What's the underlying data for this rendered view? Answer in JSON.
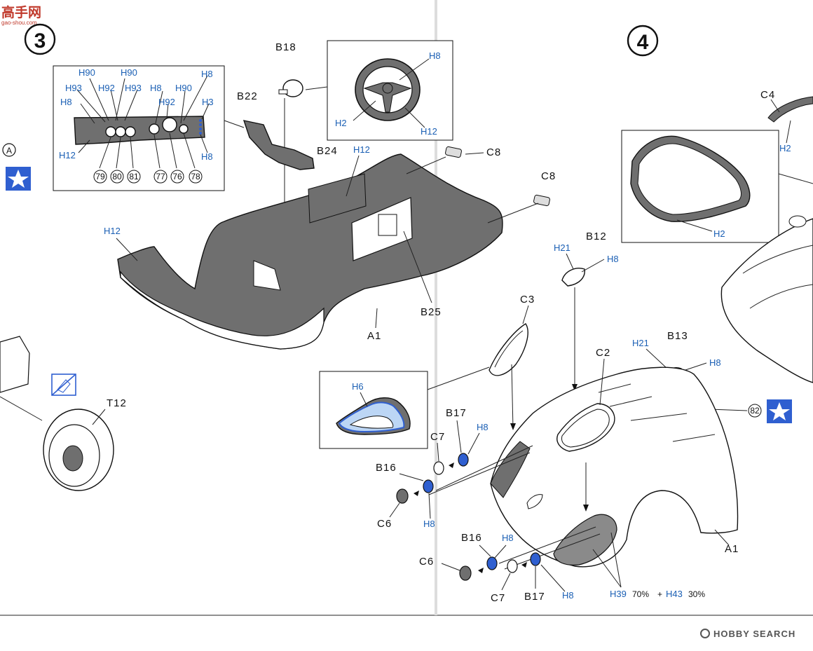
{
  "watermark": {
    "site_name": "高手网",
    "site_url": "gao-shou.com",
    "brand": "HOBBY SEARCH"
  },
  "colors": {
    "accent_blue": "#1a5fb4",
    "part_gray": "#6f6f6f",
    "highlight_blue": "#2f5fd0"
  },
  "steps": {
    "step3": "3",
    "step4": "4"
  },
  "markers": {
    "A": "A"
  },
  "numbers": {
    "n79": "79",
    "n80": "80",
    "n81": "81",
    "n77": "77",
    "n76": "76",
    "n78": "78",
    "n82": "82"
  },
  "parts": {
    "B18": "B18",
    "B22": "B22",
    "B24": "B24",
    "B25": "B25",
    "A1_left": "A1",
    "C8_a": "C8",
    "C8_b": "C8",
    "C4": "C4",
    "B12": "B12",
    "B13": "B13",
    "C3": "C3",
    "C2": "C2",
    "T12": "T12",
    "B17_a": "B17",
    "C7_a": "C7",
    "B16_a": "B16",
    "C6_a": "C6",
    "B16_b": "B16",
    "C6_b": "C6",
    "C7_b": "C7",
    "B17_b": "B17",
    "A1_right": "A1"
  },
  "paint": {
    "dash_h90a": "H90",
    "dash_h90b": "H90",
    "dash_h93a": "H93",
    "dash_h92a": "H92",
    "dash_h93b": "H93",
    "dash_h8a": "H8",
    "dash_h8b": "H8",
    "dash_h90c": "H90",
    "dash_h8c": "H8",
    "dash_h92b": "H92",
    "dash_h3": "H3",
    "dash_h8d": "H8",
    "dash_h12": "H12",
    "wheel_h8": "H8",
    "wheel_h2": "H2",
    "wheel_h12": "H12",
    "b24_h12": "H12",
    "a1_h12": "H12",
    "win_h2a": "H2",
    "win_h2b": "H2",
    "b12_h21": "H21",
    "b12_h8": "H8",
    "b13_h21": "H21",
    "b13_h8": "H8",
    "c3_h6": "H6",
    "b17_h8a": "H8",
    "b16_h8a": "H8",
    "b16_h8b": "H8",
    "b17_h8b": "H8",
    "mix_h39": "H39",
    "mix_p1": "70%",
    "mix_plus": "+",
    "mix_h43": "H43",
    "mix_p2": "30%"
  }
}
